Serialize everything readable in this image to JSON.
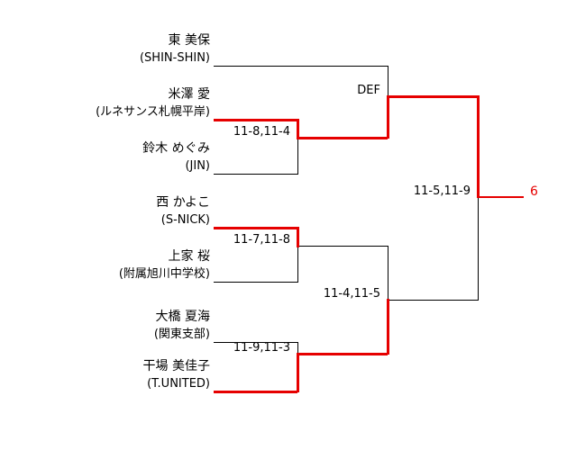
{
  "bracket": {
    "type": "single-elimination",
    "players": [
      {
        "name": "東 美保",
        "club": "(SHIN-SHIN)"
      },
      {
        "name": "米澤 愛",
        "club": "(ルネサンス札幌平岸)"
      },
      {
        "name": "鈴木 めぐみ",
        "club": "(JIN)"
      },
      {
        "name": "西 かよこ",
        "club": "(S-NICK)"
      },
      {
        "name": "上家 桜",
        "club": "(附属旭川中学校)"
      },
      {
        "name": "大橋 夏海",
        "club": "(関東支部)"
      },
      {
        "name": "干場 美佳子",
        "club": "(T.UNITED)"
      }
    ],
    "matches": [
      {
        "round": "round1-top",
        "score": "11-8,11-4",
        "winner": "米澤 愛"
      },
      {
        "round": "semifinal-top",
        "score": "DEF",
        "winner": "米澤 愛"
      },
      {
        "round": "round1-middle",
        "score": "11-7,11-8",
        "winner": "西 かよこ"
      },
      {
        "round": "semifinal-bottom",
        "score": "11-4,11-5",
        "winner": "干場 美佳子"
      },
      {
        "round": "round1-bottom",
        "score": "11-9,11-3",
        "winner": "干場 美佳子"
      },
      {
        "round": "final",
        "score": "11-5,11-9",
        "winner": "米澤 愛"
      }
    ],
    "advance_position": "6",
    "colors": {
      "winner_path": "#e60000",
      "line": "#000000"
    }
  }
}
